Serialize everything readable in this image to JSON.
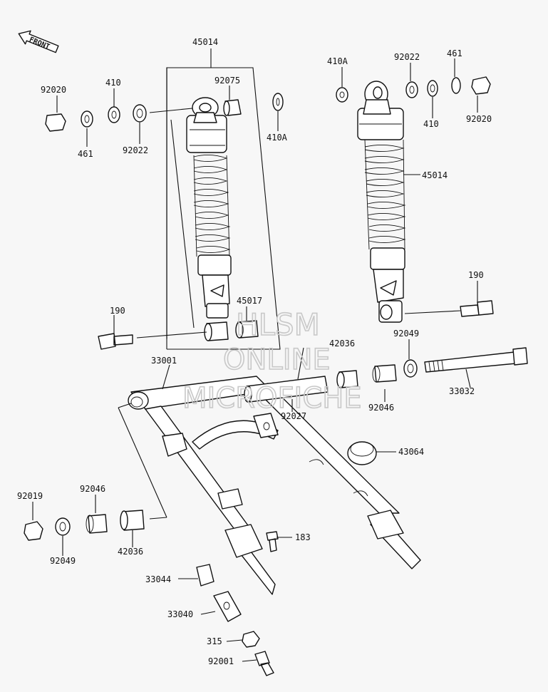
{
  "front_label": "FRONT",
  "watermark": {
    "line1": "HLSM",
    "line2": "ONLINE",
    "line3": "MICROFICHE"
  },
  "labels": {
    "p45014a": "45014",
    "p92020a": "92020",
    "p410a": "410",
    "p92075": "92075",
    "p410A_b": "410A",
    "p92022b": "92022",
    "p461b": "461",
    "p461a": "461",
    "p92022a": "92022",
    "p410A_a": "410A",
    "p410b": "410",
    "p92020b": "92020",
    "p45014b": "45014",
    "p190b": "190",
    "p45017": "45017",
    "p190a": "190",
    "p92049b": "92049",
    "p42036b": "42036",
    "p33001": "33001",
    "p33032": "33032",
    "p92027": "92027",
    "p92046b": "92046",
    "p43064": "43064",
    "p92046a": "92046",
    "p92019": "92019",
    "p183": "183",
    "p42036a": "42036",
    "p92049a": "92049",
    "p33044": "33044",
    "p33040": "33040",
    "p315": "315",
    "p92001": "92001"
  }
}
